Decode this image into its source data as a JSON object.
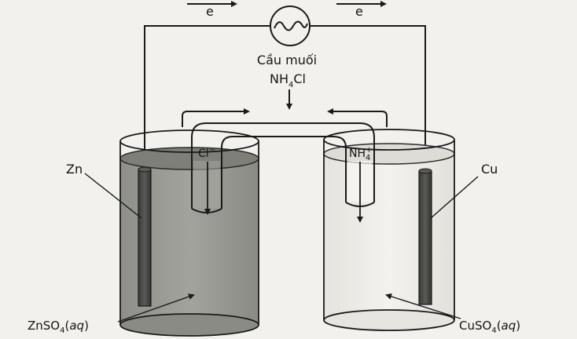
{
  "labels": {
    "electron_left": "e",
    "electron_right": "e",
    "salt_bridge_name": "Cầu muối",
    "salt_bridge_formula_prefix": "NH",
    "salt_bridge_formula_sub": "4",
    "salt_bridge_formula_suffix": "Cl",
    "chloride_ion": "Cl",
    "chloride_charge": "−",
    "ammonium_ion": "NH",
    "ammonium_sub": "4",
    "ammonium_charge": "+",
    "anode": "Zn",
    "cathode": "Cu",
    "left_solution_prefix": "ZnSO",
    "left_solution_sub": "4",
    "left_solution_open": "(",
    "left_solution_state": "aq",
    "left_solution_close": ")",
    "right_solution_prefix": "CuSO",
    "right_solution_sub": "4",
    "right_solution_open": "(",
    "right_solution_state": "aq",
    "right_solution_close": ")"
  },
  "colors": {
    "line": "#1a1a1a",
    "zn_solution": "#8d8d88",
    "cu_solution": "#e9e8e3",
    "electrode": "#4a4a48",
    "beaker_glass": "#f4f4f1"
  }
}
